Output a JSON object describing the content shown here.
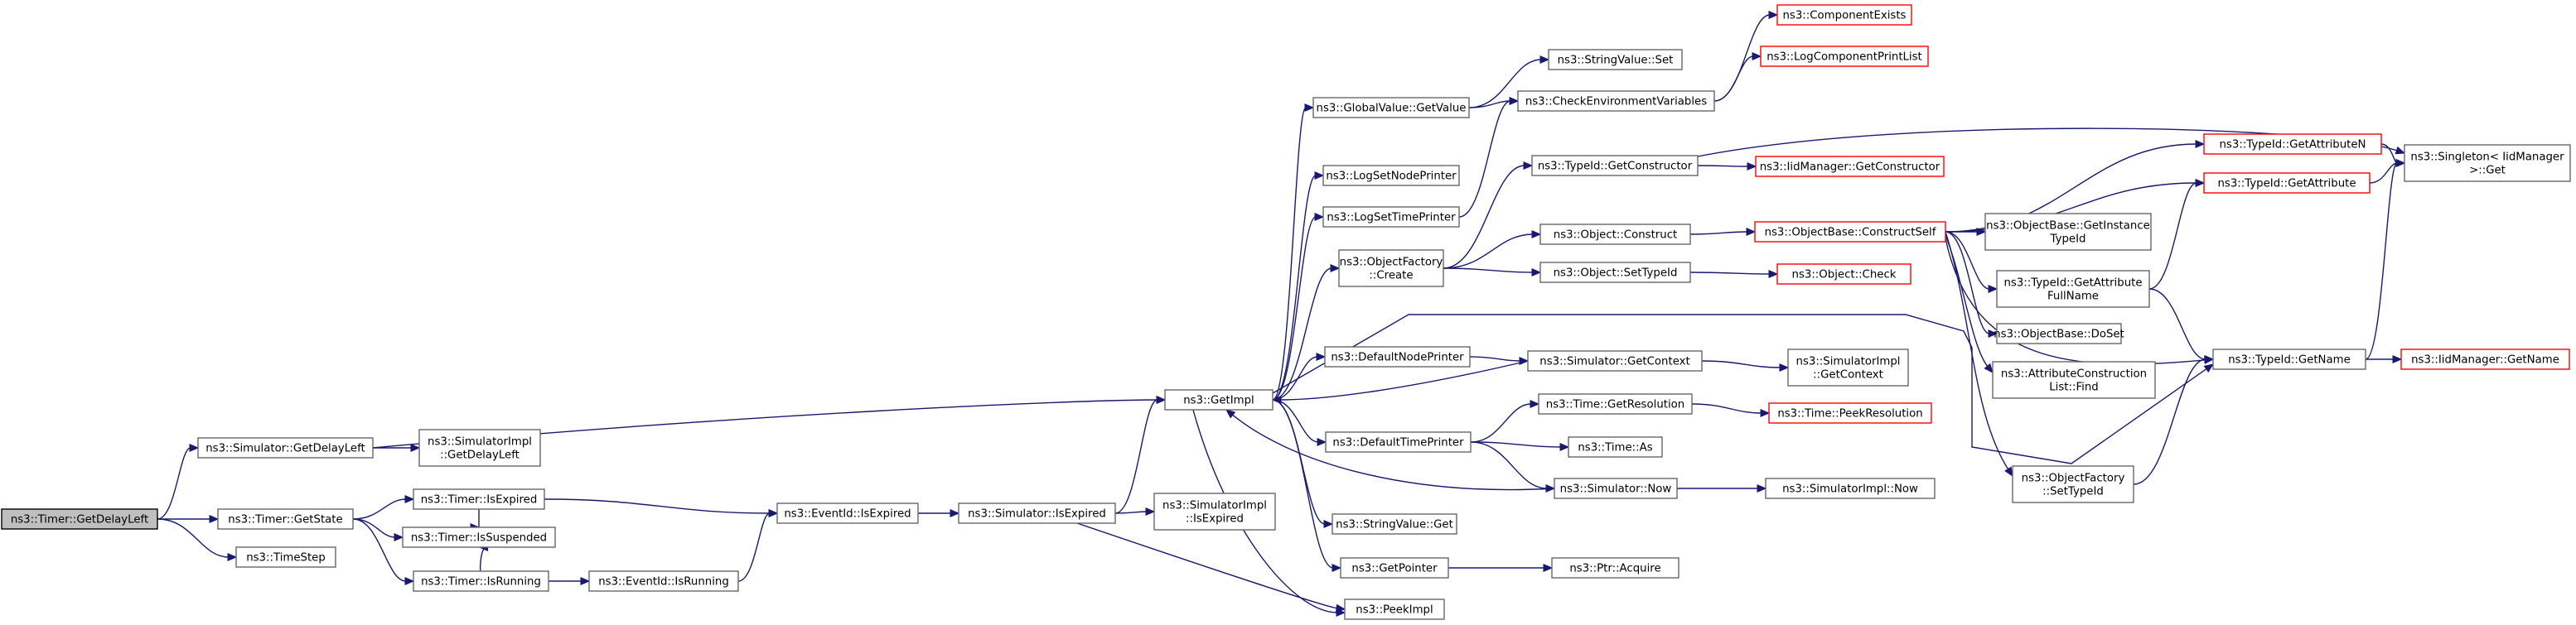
{
  "nodes": {
    "n0": [
      "ns3::Timer::GetDelayLeft"
    ],
    "n1": [
      "ns3::Simulator::GetDelayLeft"
    ],
    "n2": [
      "ns3::SimulatorImpl",
      "::GetDelayLeft"
    ],
    "n3": [
      "ns3::Timer::GetState"
    ],
    "n4": [
      "ns3::TimeStep"
    ],
    "n5": [
      "ns3::Timer::IsExpired"
    ],
    "n6": [
      "ns3::Timer::IsSuspended"
    ],
    "n7": [
      "ns3::Timer::IsRunning"
    ],
    "n8": [
      "ns3::EventId::IsRunning"
    ],
    "n9": [
      "ns3::EventId::IsExpired"
    ],
    "n10": [
      "ns3::Simulator::IsExpired"
    ],
    "n11": [
      "ns3::SimulatorImpl",
      "::IsExpired"
    ],
    "n12": [
      "ns3::GetImpl"
    ],
    "n13": [
      "ns3::GlobalValue::GetValue"
    ],
    "n14": [
      "ns3::LogSetNodePrinter"
    ],
    "n15": [
      "ns3::LogSetTimePrinter"
    ],
    "n16": [
      "ns3::ObjectFactory",
      "::Create"
    ],
    "n17": [
      "ns3::DefaultNodePrinter"
    ],
    "n18": [
      "ns3::DefaultTimePrinter"
    ],
    "n19": [
      "ns3::StringValue::Get"
    ],
    "n20": [
      "ns3::GetPointer"
    ],
    "n21": [
      "ns3::PeekImpl"
    ],
    "n22": [
      "ns3::StringValue::Set"
    ],
    "n23": [
      "ns3::CheckEnvironmentVariables"
    ],
    "n24": [
      "ns3::TypeId::GetConstructor"
    ],
    "n25": [
      "ns3::Object::Construct"
    ],
    "n26": [
      "ns3::Object::SetTypeId"
    ],
    "n27": [
      "ns3::Simulator::GetContext"
    ],
    "n28": [
      "ns3::Time::GetResolution"
    ],
    "n29": [
      "ns3::Time::As"
    ],
    "n30": [
      "ns3::Simulator::Now"
    ],
    "n31": [
      "ns3::Ptr::Acquire"
    ],
    "n32": [
      "ns3::ComponentExists"
    ],
    "n33": [
      "ns3::LogComponentPrintList"
    ],
    "n34": [
      "ns3::IidManager::GetConstructor"
    ],
    "n35": [
      "ns3::ObjectBase::ConstructSelf"
    ],
    "n36": [
      "ns3::Object::Check"
    ],
    "n37": [
      "ns3::SimulatorImpl",
      "::GetContext"
    ],
    "n38": [
      "ns3::Time::PeekResolution"
    ],
    "n39": [
      "ns3::SimulatorImpl::Now"
    ],
    "n40": [
      "ns3::TypeId::GetAttributeN"
    ],
    "n41": [
      "ns3::TypeId::GetAttribute"
    ],
    "n42": [
      "ns3::ObjectBase::GetInstance",
      "TypeId"
    ],
    "n43": [
      "ns3::TypeId::GetAttribute",
      "FullName"
    ],
    "n44": [
      "ns3::ObjectBase::DoSet"
    ],
    "n45": [
      "ns3::AttributeConstruction",
      "List::Find"
    ],
    "n46": [
      "ns3::ObjectFactory",
      "::SetTypeId"
    ],
    "n47": [
      "ns3::Singleton< IidManager",
      " >::Get"
    ],
    "n48": [
      "ns3::TypeId::GetName"
    ],
    "n49": [
      "ns3::IidManager::GetName"
    ]
  },
  "edges": [
    [
      "n0",
      "n1"
    ],
    [
      "n0",
      "n3"
    ],
    [
      "n0",
      "n4"
    ],
    [
      "n1",
      "n2"
    ],
    [
      "n1",
      "n12"
    ],
    [
      "n3",
      "n5"
    ],
    [
      "n3",
      "n6"
    ],
    [
      "n3",
      "n7"
    ],
    [
      "n5",
      "n9"
    ],
    [
      "n5",
      "n6"
    ],
    [
      "n7",
      "n6"
    ],
    [
      "n7",
      "n8"
    ],
    [
      "n8",
      "n9"
    ],
    [
      "n9",
      "n10"
    ],
    [
      "n10",
      "n11"
    ],
    [
      "n10",
      "n12"
    ],
    [
      "n10",
      "n21"
    ],
    [
      "n12",
      "n13"
    ],
    [
      "n12",
      "n14"
    ],
    [
      "n12",
      "n15"
    ],
    [
      "n12",
      "n16"
    ],
    [
      "n12",
      "n17"
    ],
    [
      "n12",
      "n18"
    ],
    [
      "n12",
      "n19"
    ],
    [
      "n12",
      "n20"
    ],
    [
      "n12",
      "n21"
    ],
    [
      "n12",
      "n48"
    ],
    [
      "n13",
      "n22"
    ],
    [
      "n13",
      "n23"
    ],
    [
      "n15",
      "n23"
    ],
    [
      "n16",
      "n24"
    ],
    [
      "n16",
      "n25"
    ],
    [
      "n16",
      "n26"
    ],
    [
      "n17",
      "n27"
    ],
    [
      "n18",
      "n28"
    ],
    [
      "n18",
      "n29"
    ],
    [
      "n18",
      "n30"
    ],
    [
      "n20",
      "n31"
    ],
    [
      "n23",
      "n32"
    ],
    [
      "n23",
      "n33"
    ],
    [
      "n24",
      "n34"
    ],
    [
      "n24",
      "n47"
    ],
    [
      "n25",
      "n35"
    ],
    [
      "n26",
      "n36"
    ],
    [
      "n27",
      "n37"
    ],
    [
      "n27",
      "n12"
    ],
    [
      "n28",
      "n38"
    ],
    [
      "n30",
      "n39"
    ],
    [
      "n30",
      "n12"
    ],
    [
      "n35",
      "n40"
    ],
    [
      "n35",
      "n41"
    ],
    [
      "n35",
      "n42"
    ],
    [
      "n35",
      "n43"
    ],
    [
      "n35",
      "n44"
    ],
    [
      "n35",
      "n45"
    ],
    [
      "n35",
      "n46"
    ],
    [
      "n35",
      "n48"
    ],
    [
      "n40",
      "n47"
    ],
    [
      "n41",
      "n47"
    ],
    [
      "n43",
      "n41"
    ],
    [
      "n43",
      "n48"
    ],
    [
      "n46",
      "n48"
    ],
    [
      "n48",
      "n47"
    ],
    [
      "n48",
      "n49"
    ]
  ]
}
